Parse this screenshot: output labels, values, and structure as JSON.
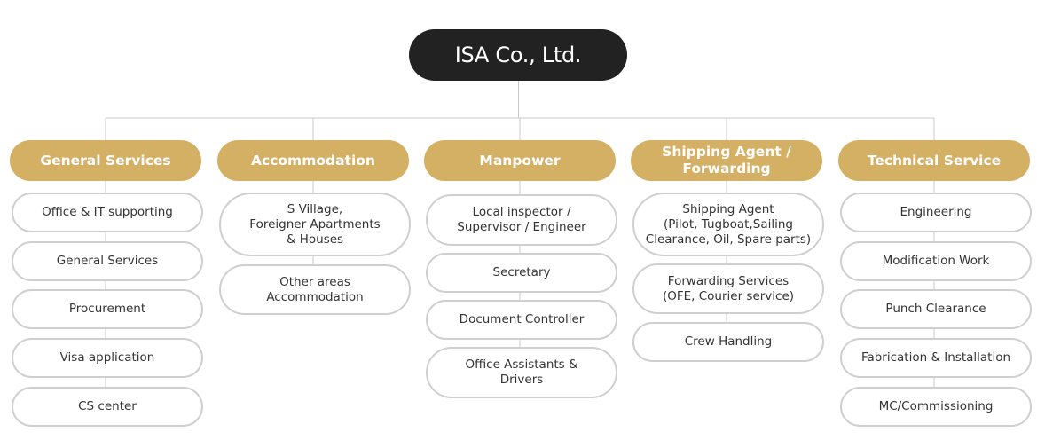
{
  "root": {
    "label": "ISA Co., Ltd."
  },
  "categories": [
    {
      "label": "General Services",
      "items": [
        "Office & IT supporting",
        "General Services",
        "Procurement",
        "Visa application",
        "CS center"
      ]
    },
    {
      "label": "Accommodation",
      "items": [
        "S Village,\nForeigner Apartments\n& Houses",
        "Other areas\nAccommodation"
      ]
    },
    {
      "label": "Manpower",
      "items": [
        "Local inspector /\nSupervisor / Engineer",
        "Secretary",
        "Document Controller",
        "Office Assistants &\nDrivers"
      ]
    },
    {
      "label": "Shipping Agent /\nForwarding",
      "items": [
        "Shipping Agent\n(Pilot, Tugboat,Sailing\nClearance, Oil, Spare parts)",
        "Forwarding Services\n(OFE, Courier service)",
        "Crew Handling"
      ]
    },
    {
      "label": "Technical Service",
      "items": [
        "Engineering",
        "Modification Work",
        "Punch Clearance",
        "Fabrication & Installation",
        "MC/Commissioning"
      ]
    }
  ],
  "colors": {
    "root": "#222222",
    "category": "#d4b064",
    "item_border": "#cfcfcf",
    "connector": "#c8c8c8"
  }
}
